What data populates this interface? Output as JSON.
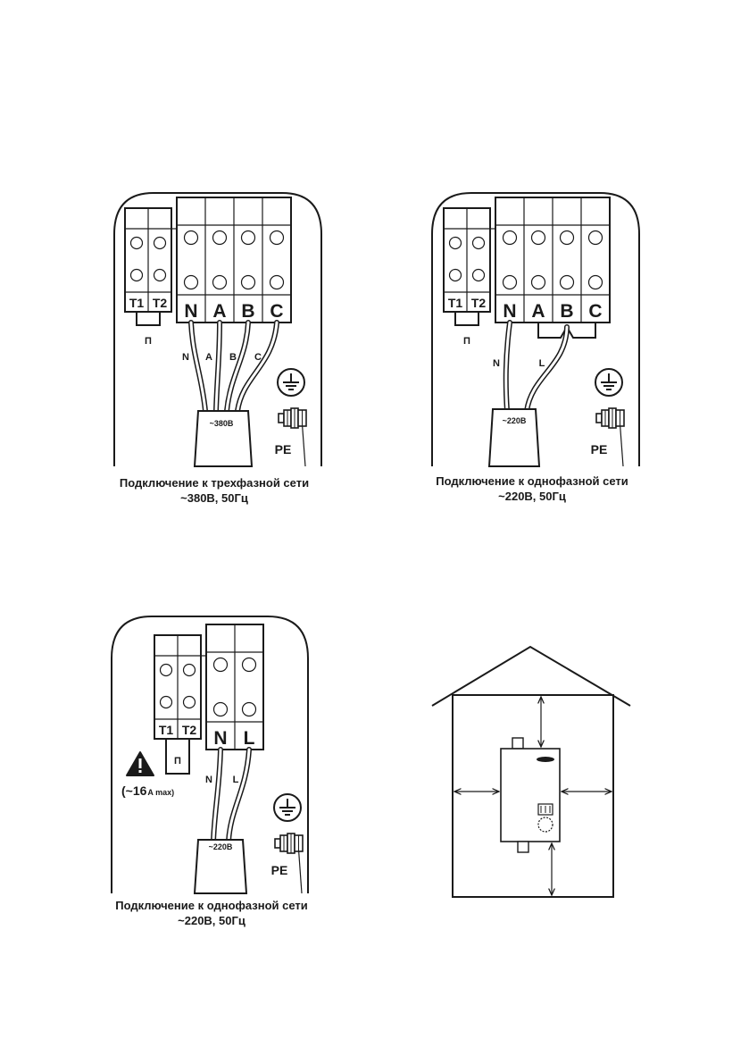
{
  "diagram1": {
    "sensor_labels": [
      "T1",
      "T2"
    ],
    "jumper_label": "П",
    "terminal_labels": [
      "N",
      "A",
      "B",
      "C"
    ],
    "wire_labels": [
      "N",
      "A",
      "B",
      "C"
    ],
    "cable_label": "~380В",
    "pe_label": "PE",
    "caption_line1": "Подключение к трехфазной сети",
    "caption_line2": "~380В, 50Гц"
  },
  "diagram2": {
    "sensor_labels": [
      "T1",
      "T2"
    ],
    "jumper_label": "П",
    "terminal_labels": [
      "N",
      "A",
      "B",
      "C"
    ],
    "wire_labels": [
      "N",
      "L"
    ],
    "cable_label": "~220В",
    "pe_label": "PE",
    "caption_line1": "Подключение к однофазной сети",
    "caption_line2": "~220В, 50Гц"
  },
  "diagram3": {
    "sensor_labels": [
      "T1",
      "T2"
    ],
    "jumper_label": "П",
    "terminal_labels": [
      "N",
      "L"
    ],
    "wire_labels": [
      "N",
      "L"
    ],
    "warning_current": "(~16",
    "warning_unit": "A max)",
    "cable_label": "~220В",
    "pe_label": "PE",
    "caption_line1": "Подключение к однофазной сети",
    "caption_line2": "~220В, 50Гц"
  },
  "colors": {
    "ink": "#1a1a1a",
    "paper": "#ffffff"
  },
  "icons": [
    "ground-icon",
    "warning-icon",
    "house-icon",
    "boiler-icon",
    "dimension-arrow-icon"
  ]
}
